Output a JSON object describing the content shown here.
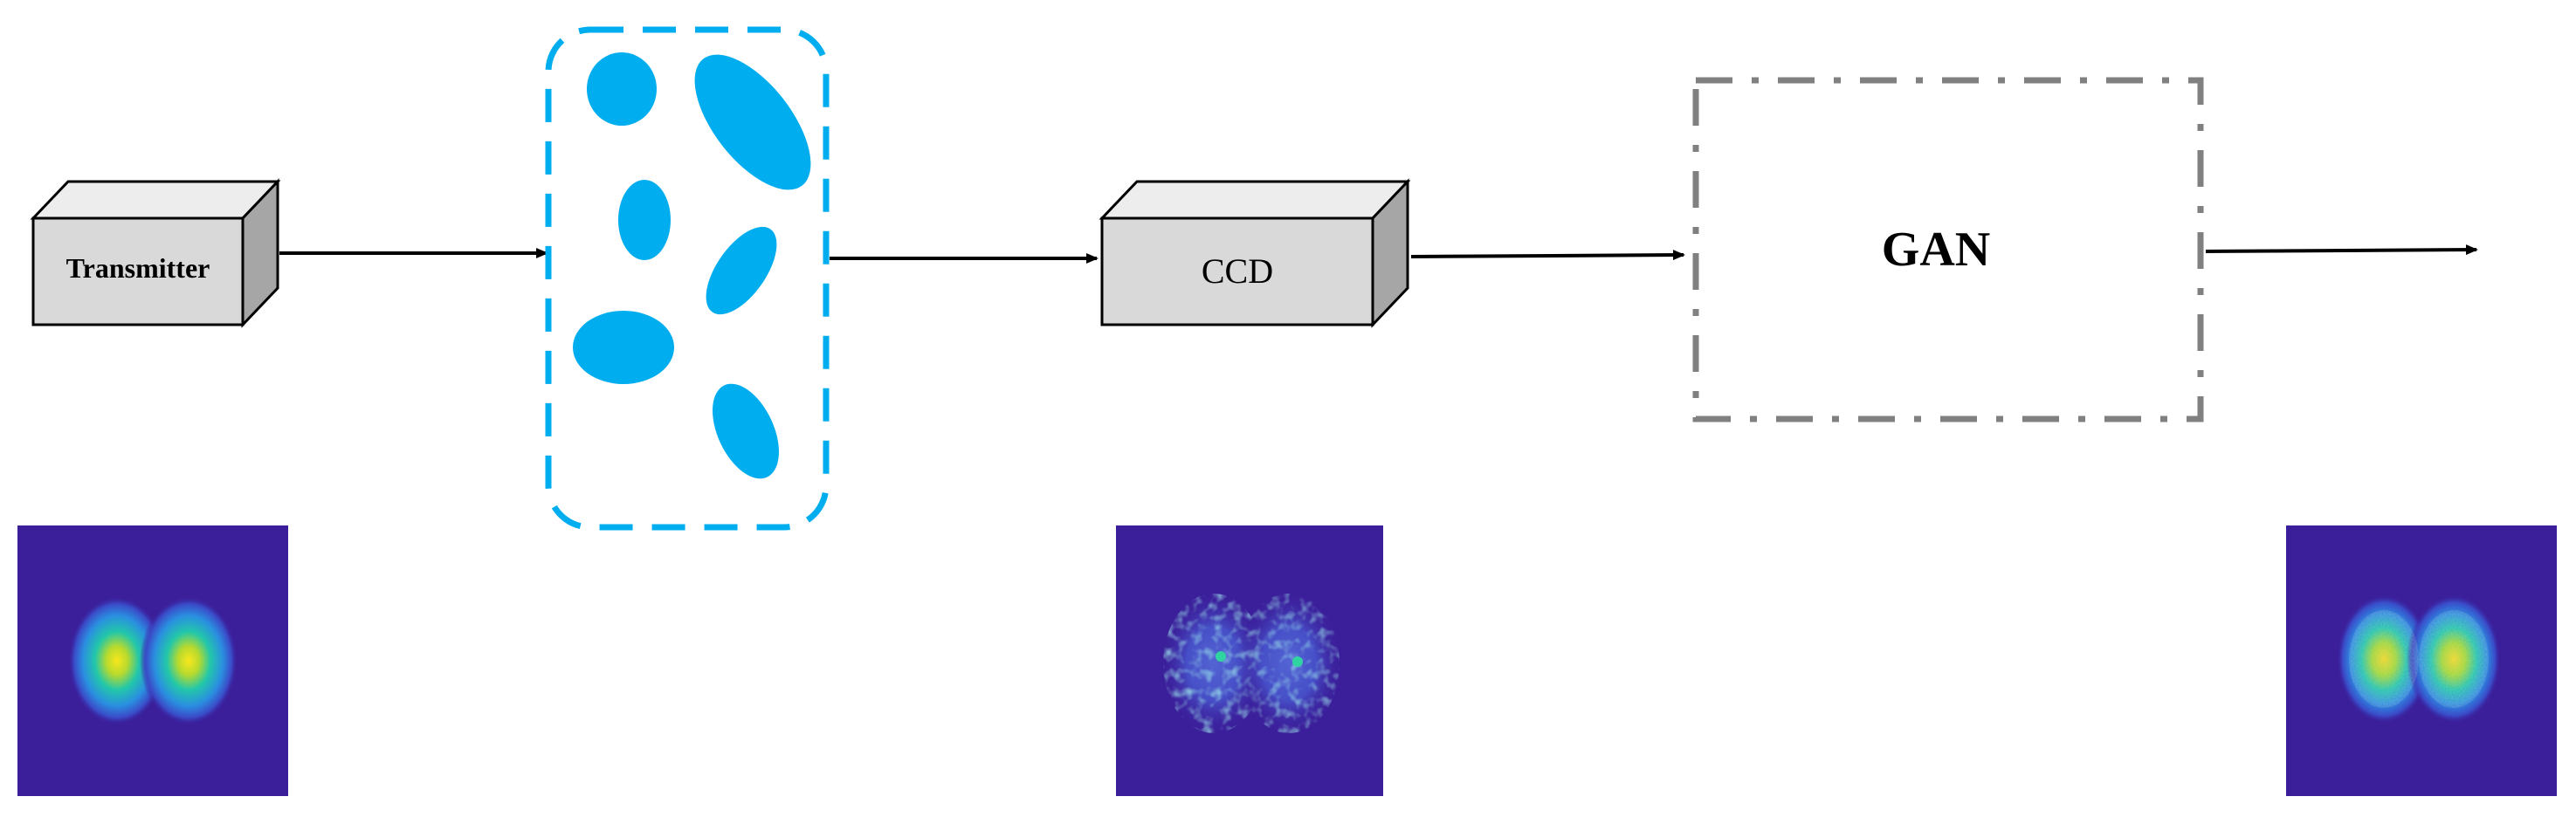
{
  "diagram": {
    "transmitter": {
      "label": "Transmitter"
    },
    "ccd": {
      "label": "CCD"
    },
    "gan": {
      "label": "GAN"
    }
  },
  "colors": {
    "turbulence_blue": "#00ADEF",
    "box_face": "#D9D9D9",
    "box_side": "#A6A6A6",
    "box_top": "#EDEDED",
    "gan_border": "#808080",
    "beam_bg": "#3B1E9A"
  },
  "images": [
    {
      "name": "input-beam",
      "type": "hermite-gaussian-two-lobe",
      "quality": "clean"
    },
    {
      "name": "distorted-beam",
      "type": "speckled-two-lobe",
      "quality": "distorted"
    },
    {
      "name": "recovered-beam",
      "type": "hermite-gaussian-two-lobe",
      "quality": "recovered"
    }
  ]
}
